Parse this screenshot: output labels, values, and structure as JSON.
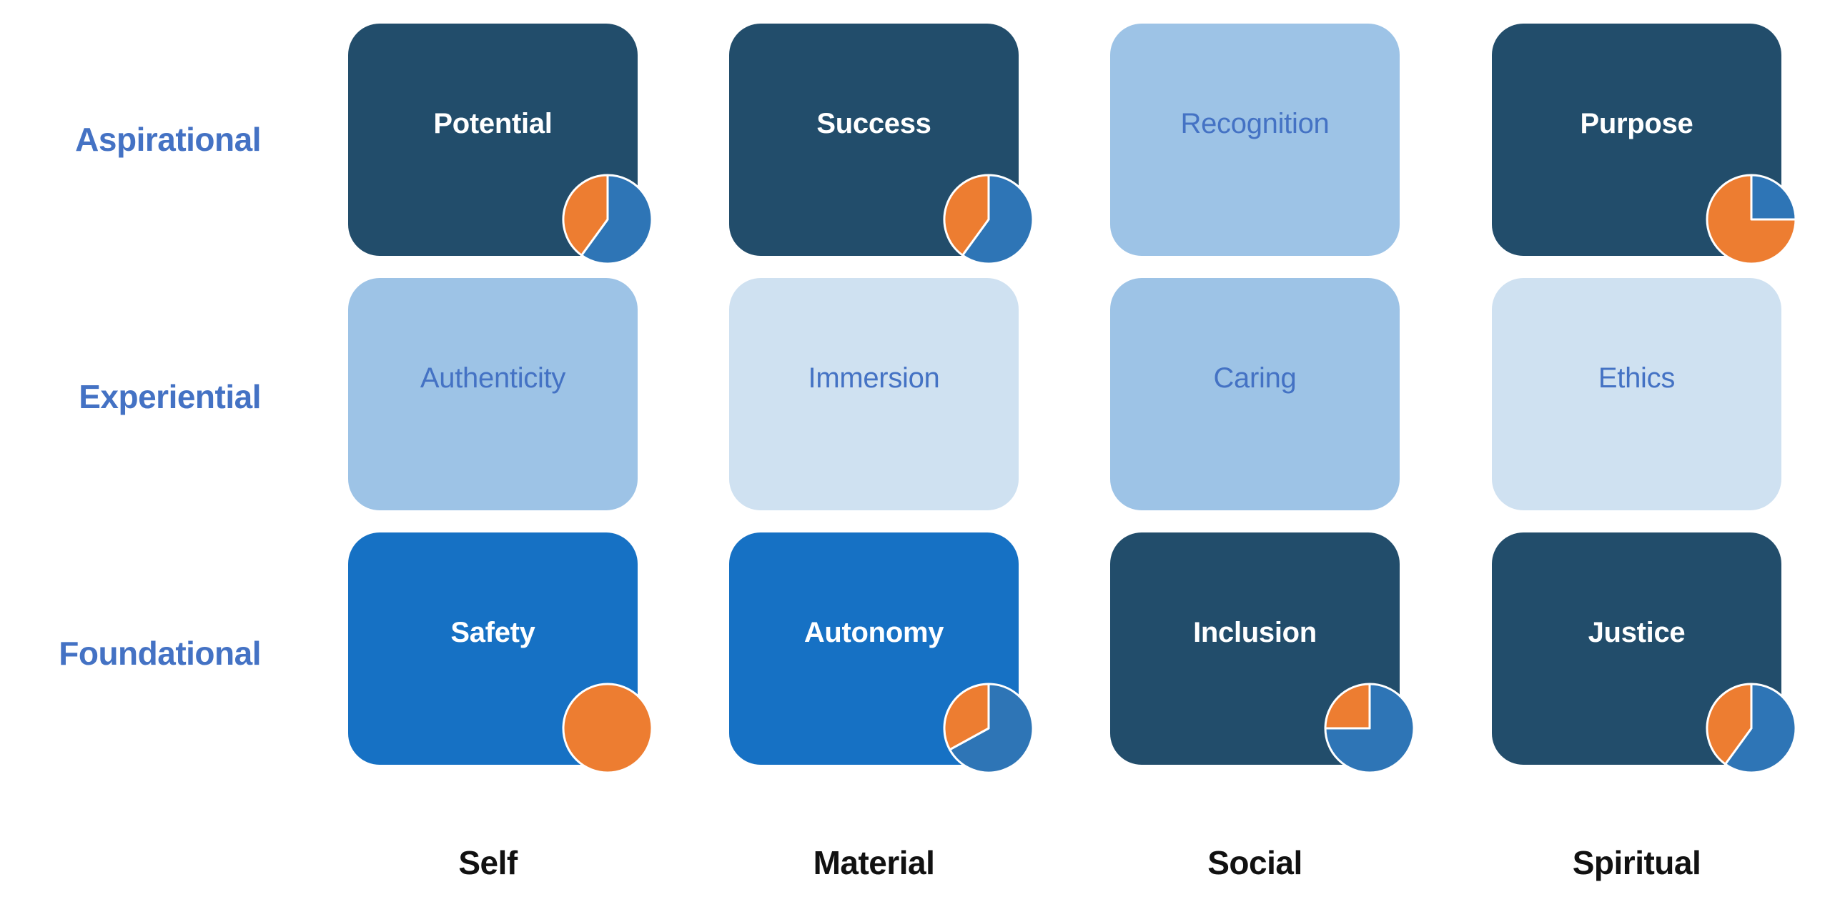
{
  "colors": {
    "dark": "#224D6B",
    "bright": "#1671C4",
    "med": "#9DC3E6",
    "light": "#CFE1F1",
    "label_blue": "#4472C4",
    "pie_blue": "#2E75B6",
    "pie_orange": "#ED7D31"
  },
  "rows": [
    {
      "label": "Aspirational"
    },
    {
      "label": "Experiential"
    },
    {
      "label": "Foundational"
    }
  ],
  "columns": [
    {
      "label": "Self"
    },
    {
      "label": "Material"
    },
    {
      "label": "Social"
    },
    {
      "label": "Spiritual"
    }
  ],
  "cells": [
    [
      {
        "label": "Potential",
        "style": "dark",
        "pie": {
          "blue": 60,
          "orange": 40
        }
      },
      {
        "label": "Success",
        "style": "dark",
        "pie": {
          "blue": 60,
          "orange": 40
        }
      },
      {
        "label": "Recognition",
        "style": "med",
        "pie": null
      },
      {
        "label": "Purpose",
        "style": "dark",
        "pie": {
          "blue": 25,
          "orange": 75
        }
      }
    ],
    [
      {
        "label": "Authenticity",
        "style": "med",
        "pie": null
      },
      {
        "label": "Immersion",
        "style": "light",
        "pie": null
      },
      {
        "label": "Caring",
        "style": "med",
        "pie": null
      },
      {
        "label": "Ethics",
        "style": "light",
        "pie": null
      }
    ],
    [
      {
        "label": "Safety",
        "style": "bright",
        "pie": {
          "blue": 0,
          "orange": 100
        }
      },
      {
        "label": "Autonomy",
        "style": "bright",
        "pie": {
          "blue": 67,
          "orange": 33
        }
      },
      {
        "label": "Inclusion",
        "style": "dark",
        "pie": {
          "blue": 75,
          "orange": 25
        }
      },
      {
        "label": "Justice",
        "style": "dark",
        "pie": {
          "blue": 60,
          "orange": 40
        }
      }
    ]
  ]
}
